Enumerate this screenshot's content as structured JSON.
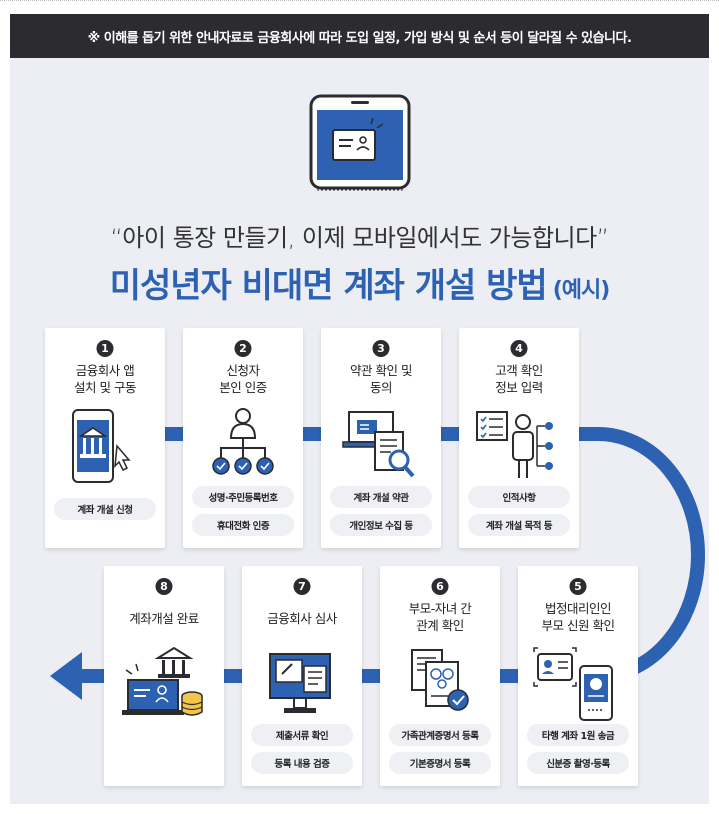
{
  "banner": {
    "text": "※ 이해를 돕기 위한 안내자료로 금융회사에 따라 도입 일정, 가입 방식 및 순서 등이 달라질 수 있습니다."
  },
  "subtitle": "“아이 통장 만들기, 이제 모바일에서도 가능합니다”",
  "title": {
    "main": "미성년자 비대면 계좌 개설 방법",
    "suffix": "(예시)"
  },
  "colors": {
    "accent": "#2d62b3",
    "dark": "#2b2b30",
    "panel": "#eceef3"
  },
  "steps": [
    {
      "num": "1",
      "title": "금융회사 앱\n설치 및 구동",
      "icon": "bank-app-icon",
      "pills": [
        "계좌 개설 신청"
      ]
    },
    {
      "num": "2",
      "title": "신청자\n본인 인증",
      "icon": "identity-tree-icon",
      "pills": [
        "성명·주민등록번호",
        "휴대전화 인증"
      ]
    },
    {
      "num": "3",
      "title": "약관 확인 및\n동의",
      "icon": "terms-search-icon",
      "pills": [
        "계좌 개설 약관",
        "개인정보 수집 등"
      ]
    },
    {
      "num": "4",
      "title": "고객 확인\n정보 입력",
      "icon": "customer-info-icon",
      "pills": [
        "인적사항",
        "계좌 개설 목적 등"
      ]
    },
    {
      "num": "5",
      "title": "법정대리인인\n부모 신원 확인",
      "icon": "id-card-phone-icon",
      "pills": [
        "타행 계좌 1원 송금",
        "신분증 촬영·등록"
      ]
    },
    {
      "num": "6",
      "title": "부모-자녀 간\n관계 확인",
      "icon": "documents-check-icon",
      "pills": [
        "가족관계증명서 등록",
        "기본증명서 등록"
      ]
    },
    {
      "num": "7",
      "title": "금융회사 심사",
      "icon": "monitor-review-icon",
      "pills": [
        "제출서류 확인",
        "등록 내용 검증"
      ]
    },
    {
      "num": "8",
      "title": "계좌개설 완료",
      "icon": "bank-laptop-coins-icon",
      "pills": []
    }
  ]
}
